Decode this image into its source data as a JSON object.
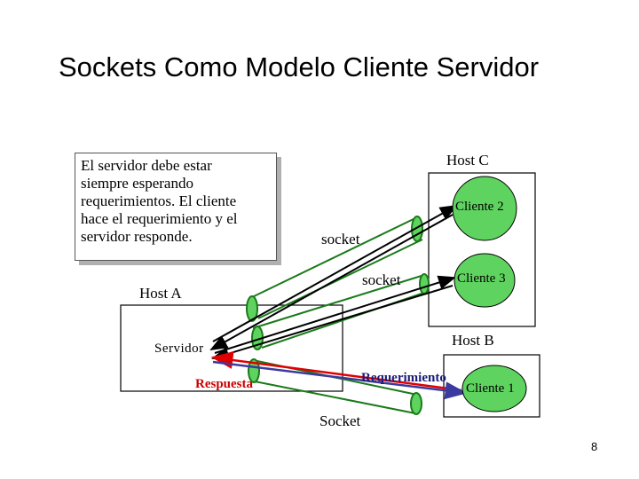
{
  "title": "Sockets Como Modelo Cliente Servidor",
  "description_box": {
    "line1": "El servidor debe estar",
    "line2": "siempre esperando",
    "line3": "requerimientos. El cliente",
    "line4": "hace el requerimiento y el",
    "line5": "servidor responde."
  },
  "hosts": {
    "host_a": "Host A",
    "host_b": "Host B",
    "host_c": "Host C"
  },
  "labels": {
    "servidor": "Servidor",
    "respuesta": "Respuesta",
    "requerimiento": "Requerimiento",
    "socket_top": "socket",
    "socket_mid": "socket",
    "socket_bottom": "Socket"
  },
  "clients": {
    "cliente_1": "Cliente 1",
    "cliente_2": "Cliente 2",
    "cliente_3": "Cliente 3"
  },
  "colors": {
    "client_fill": "#5fd35f",
    "pipe_stroke": "#1a7a1a",
    "respuesta": "#e00000",
    "requerimiento": "#3a3aa0"
  },
  "page_number": "8"
}
